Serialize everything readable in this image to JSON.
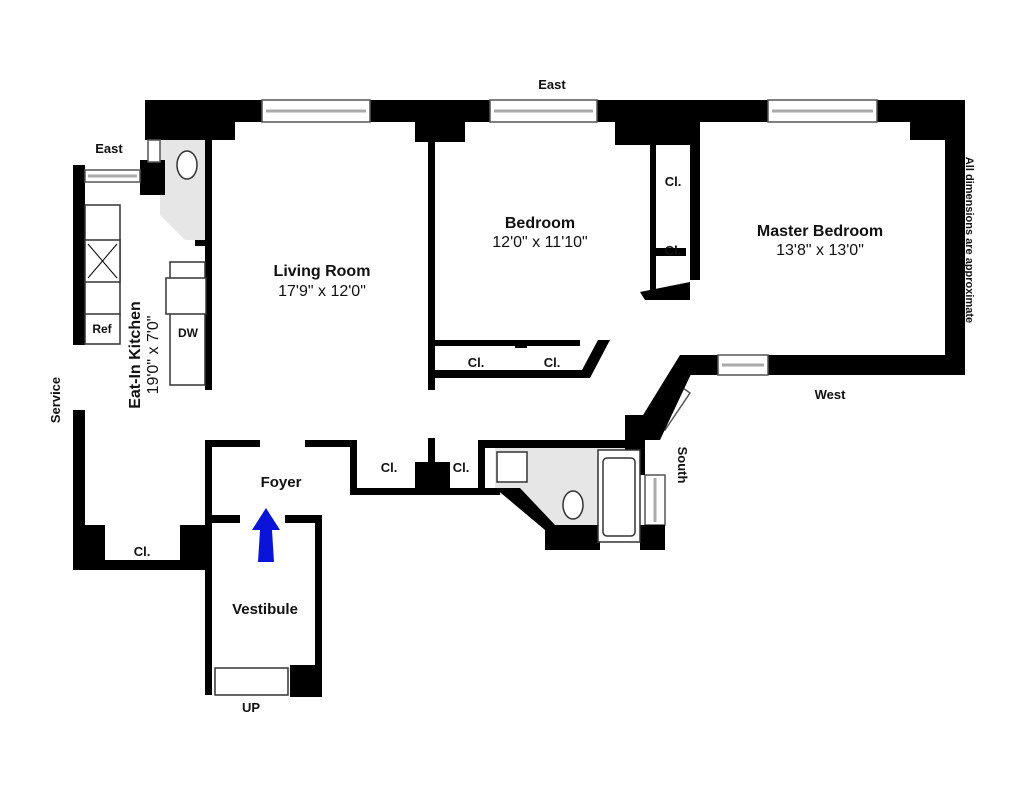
{
  "orientation": {
    "top": "East",
    "kitchen_window": "East",
    "left": "Service",
    "right_bottom": "West",
    "bath": "South"
  },
  "note": "All dimensions are approximate",
  "rooms": {
    "living_room": {
      "name": "Living Room",
      "size": "17'9\" x 12'0\""
    },
    "bedroom": {
      "name": "Bedroom",
      "size": "12'0\" x 11'10\""
    },
    "master_bedroom": {
      "name": "Master Bedroom",
      "size": "13'8\" x 13'0\""
    },
    "kitchen": {
      "name": "Eat-In Kitchen",
      "size": "19'0\" x 7'0\""
    },
    "foyer": {
      "name": "Foyer"
    },
    "vestibule": {
      "name": "Vestibule"
    }
  },
  "closet_label": "Cl.",
  "appliances": {
    "ref": "Ref",
    "dw": "DW"
  },
  "stairs_label": "UP",
  "entry_arrow_color": "#0a14d8"
}
